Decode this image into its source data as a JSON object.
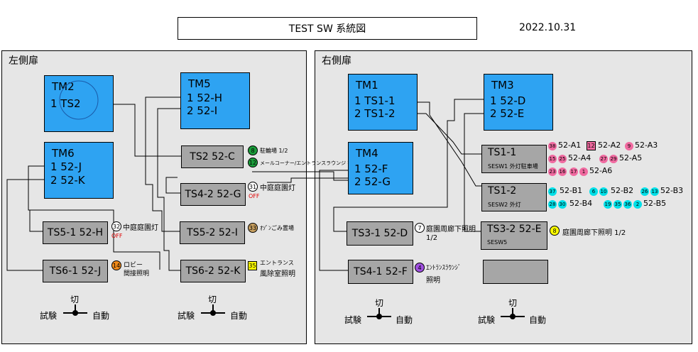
{
  "header": {
    "title": "TEST SW 系統図",
    "date": "2022.10.31"
  },
  "left": {
    "title": "左側扉",
    "tm2": {
      "name": "TM2",
      "l1": "1 TS2"
    },
    "tm5": {
      "name": "TM5",
      "l1": "1  52-H",
      "l2": "2  52-I"
    },
    "tm6": {
      "name": "TM6",
      "l1": "1  52-J",
      "l2": "2  52-K"
    },
    "ts2c": "TS2  52-C",
    "ts42g": "TS4-2  52-G",
    "ts51h": "TS5-1  52-H",
    "ts52i": "TS5-2  52-I",
    "ts61j": "TS6-1  52-J",
    "ts62k": "TS6-2  52-K",
    "l8n": "8",
    "l8": "駐輪場 1/2",
    "l12n": "12",
    "l12": "メールコーナー/エントランスラウンジ 書棚",
    "l31n": "31",
    "l31": "中庭庭園灯",
    "l31off": "OFF",
    "l32n": "32",
    "l32": "中庭庭園灯",
    "l32off": "OFF",
    "l33n": "33",
    "l33": "ｵｿﾞﾝごみ置場",
    "l14n": "14",
    "l14a": "ロビー",
    "l14b": "間接照明",
    "l35n": "35",
    "l35a": "エントランス",
    "l35b": "風除室照明",
    "sw": {
      "kiri": "切",
      "shiken": "試験",
      "jido": "自動"
    }
  },
  "right": {
    "title": "右側扉",
    "tm1": {
      "name": "TM1",
      "l1": "1  TS1-1",
      "l2": "2  TS1-2"
    },
    "tm3": {
      "name": "TM3",
      "l1": "1  52-D",
      "l2": "2  52-E"
    },
    "tm4": {
      "name": "TM4",
      "l1": "1  52-F",
      "l2": "2  52-G"
    },
    "ts11": {
      "t1": "TS1-1",
      "t2": "SESW1 外灯駐車場"
    },
    "ts12": {
      "t1": "TS1-2",
      "t2": "SESW2 外灯"
    },
    "ts32": {
      "t1": "TS3-2   52-E",
      "t2": "SESW5"
    },
    "ts31d": "TS3-1  52-D",
    "ts41f": "TS4-1  52-F",
    "l7n": "7",
    "l7a": "庭園周廊下照明",
    "l7b": "1/2",
    "l8n": "8",
    "l8": "庭園周廊下照明 1/2",
    "l4n": "4",
    "l4a": "ｴﾝﾄﾗﾝｽﾗｳﾝｼﾞ",
    "l4b": "照明",
    "a": {
      "r1": {
        "b1": "38",
        "t1": "52-A1",
        "b2": "12",
        "t2": "52-A2",
        "b3": "9",
        "t3": "52-A3"
      },
      "r2": {
        "b1": "15",
        "b2": "25",
        "t1": "52-A4",
        "b3": "27",
        "b4": "29",
        "t2": "52-A5"
      },
      "r3": {
        "b1": "23",
        "b2": "16",
        "b3": "17",
        "b4": "1",
        "t1": "52-A6"
      }
    },
    "b": {
      "r1": {
        "b1": "37",
        "t1": "52-B1",
        "b2": "6",
        "b3": "10",
        "t2": "52-B2",
        "b4": "26",
        "b5": "13",
        "t3": "52-B3"
      },
      "r2": {
        "b1": "28",
        "b2": "30",
        "t1": "52-B4",
        "b3": "19",
        "b4": "35",
        "b5": "36",
        "b6": "2",
        "t2": "52-B5"
      }
    },
    "sw": {
      "kiri": "切",
      "shiken": "試験",
      "jido": "自動"
    },
    "sw2": {
      "kiri": "切",
      "shiken": "試験",
      "jido": "自動"
    }
  },
  "left_sw2": {
    "kiri": "切",
    "shiken": "試験",
    "jido": "自動"
  },
  "colors": {
    "tm_blue": "#2ea3f2",
    "ts_gray": "#a6a6a6",
    "panel_bg": "#e6e6e6",
    "pink": "#f06aa0",
    "cyan": "#00e0e8",
    "green": "#1a9c3a",
    "orange": "#f08a1a",
    "purple": "#a050e0",
    "yellow": "#ffff00",
    "tan": "#c8a060"
  }
}
